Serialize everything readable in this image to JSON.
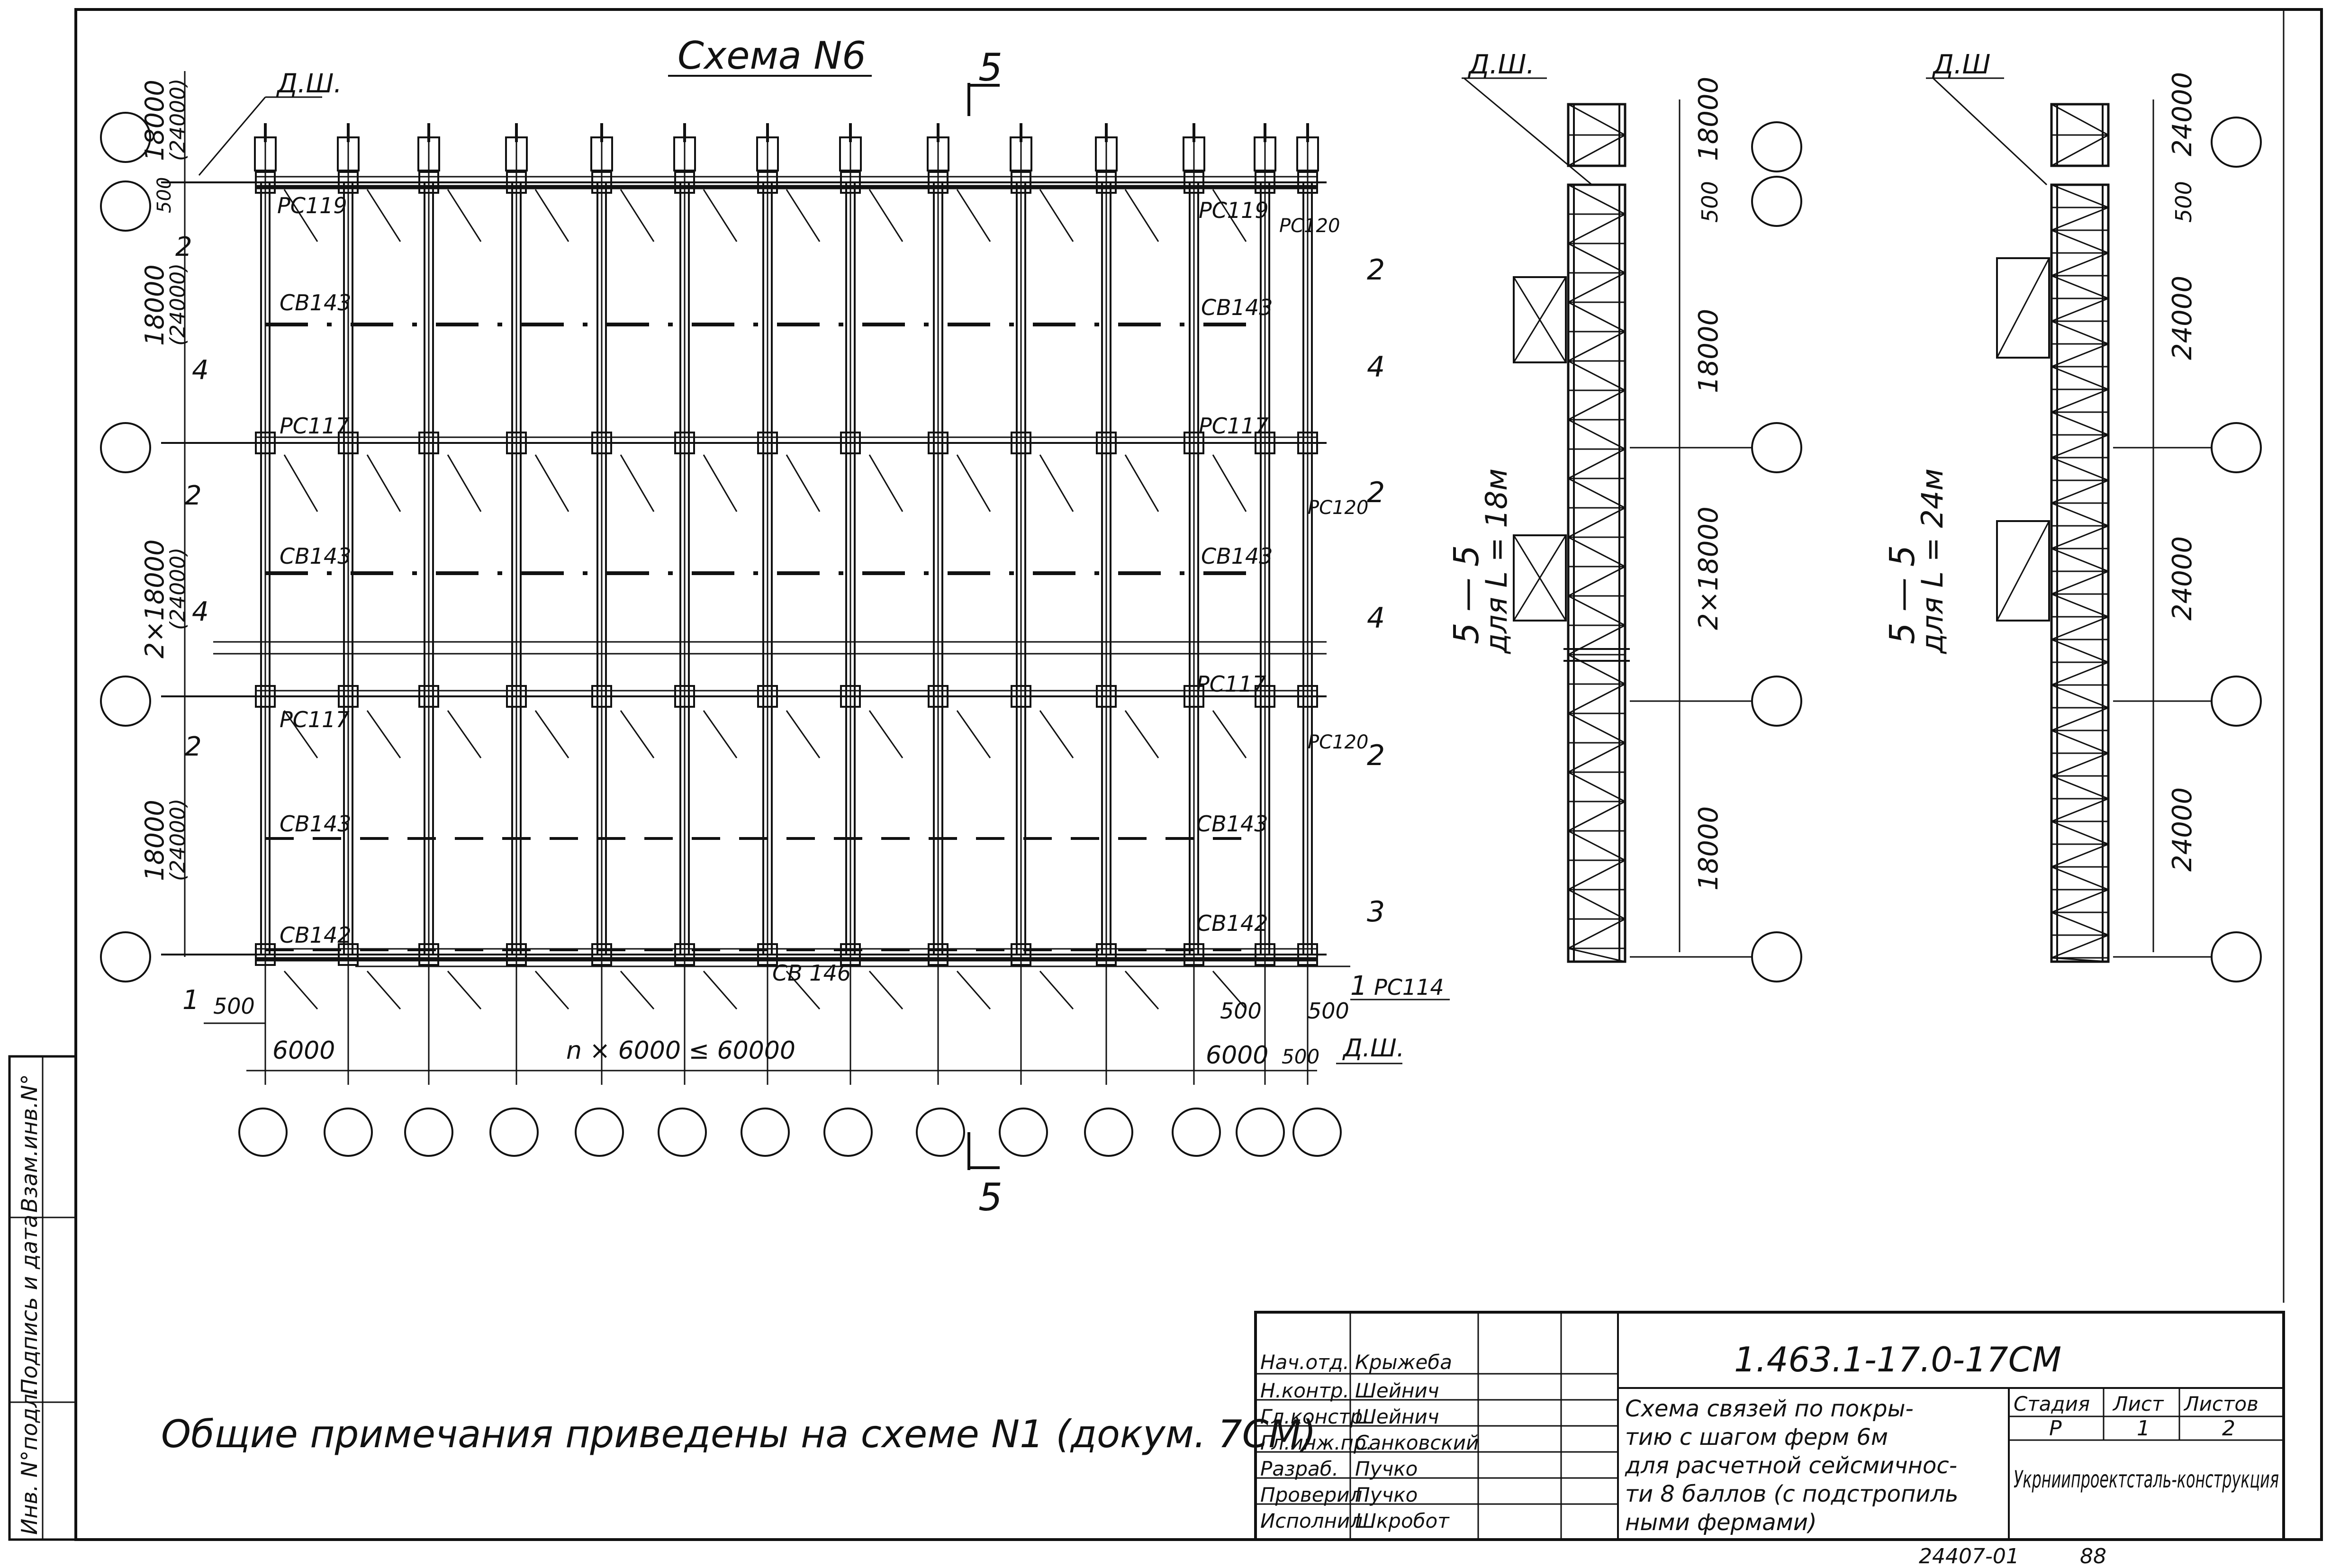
{
  "scheme": {
    "title": "Схема N6",
    "section_mark": "5",
    "ridge_label": "Д.Ш.",
    "left_dims": [
      "18000",
      "(24000)",
      "500",
      "18000",
      "(24000)",
      "2×18000",
      "(24000)",
      "18000",
      "(24000)"
    ],
    "section_numbers": [
      "2",
      "4",
      "2",
      "4",
      "2",
      "1",
      "2",
      "4",
      "2",
      "4",
      "2",
      "3",
      "1"
    ],
    "element_labels": {
      "rc119": "РС119",
      "rc120": "РС120",
      "rc117": "РС117",
      "cb143": "СВ143",
      "cb142": "СВ142",
      "cb146": "СВ 146",
      "rc114": "РС114"
    },
    "bottom_dims": [
      "500",
      "6000",
      "n × 6000 ≤ 60000",
      "6000",
      "500",
      "500",
      "500"
    ],
    "bottom_ridge_label": "Д.Ш."
  },
  "section18": {
    "ridge_label": "Д.Ш.",
    "caption_top": "5 — 5",
    "caption_bottom": "для L = 18м",
    "dims": [
      "18000",
      "500",
      "18000",
      "2×18000",
      "18000"
    ]
  },
  "section24": {
    "ridge_label": "Д.Ш",
    "caption_top": "5 — 5",
    "caption_bottom": "для L = 24м",
    "dims": [
      "24000",
      "500",
      "24000",
      "24000",
      "24000"
    ]
  },
  "note": "Общие примечания приведены на схеме N1 (докум. 7СМ)",
  "side_stamp": [
    "Инв. N°подл.",
    "Подпись и дата",
    "Взам.инв.N°"
  ],
  "title_block": {
    "document_code": "1.463.1-17.0-17СМ",
    "description_lines": [
      "Схема связей по покры-",
      "тию с шагом ферм 6м",
      "для расчетной сейсмичнос-",
      "ти 8 баллов (с подстропиль",
      "ными фермами)"
    ],
    "roles": [
      "Нач.отд.",
      "Н.контр.",
      "Гл.констр.",
      "Гл.инж.пр.",
      "Разраб.",
      "Проверил",
      "Исполнил"
    ],
    "names": [
      "Крыжеба",
      "Шейнич",
      "Шейнич",
      "Санковский",
      "Пучко",
      "Пучко",
      "Шкробот"
    ],
    "stage_header": "Стадия",
    "sheet_header": "Лист",
    "sheets_header": "Листов",
    "stage_value": "Р",
    "sheet_value": "1",
    "sheets_value": "2",
    "organization": "Укрниипроектсталь-конструкция",
    "footer_code": "24407-01",
    "footer_number": "88"
  }
}
